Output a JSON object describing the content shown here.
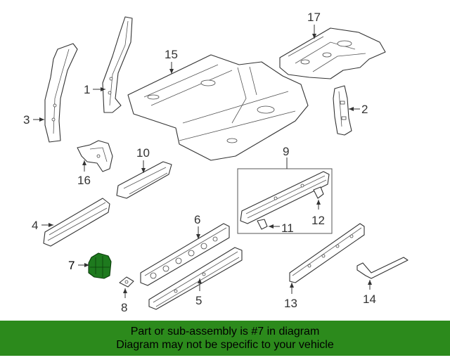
{
  "diagram": {
    "highlighted_part": "7",
    "callouts": [
      "1",
      "2",
      "3",
      "4",
      "5",
      "6",
      "7",
      "8",
      "9",
      "10",
      "11",
      "12",
      "13",
      "14",
      "15",
      "16",
      "17"
    ]
  },
  "banner": {
    "line1": "Part or sub-assembly is #7 in diagram",
    "line2": "Diagram may not be specific to your vehicle",
    "background": "#2c8a1c"
  },
  "colors": {
    "highlight_fill": "#1e7a1e",
    "line": "#333333"
  }
}
